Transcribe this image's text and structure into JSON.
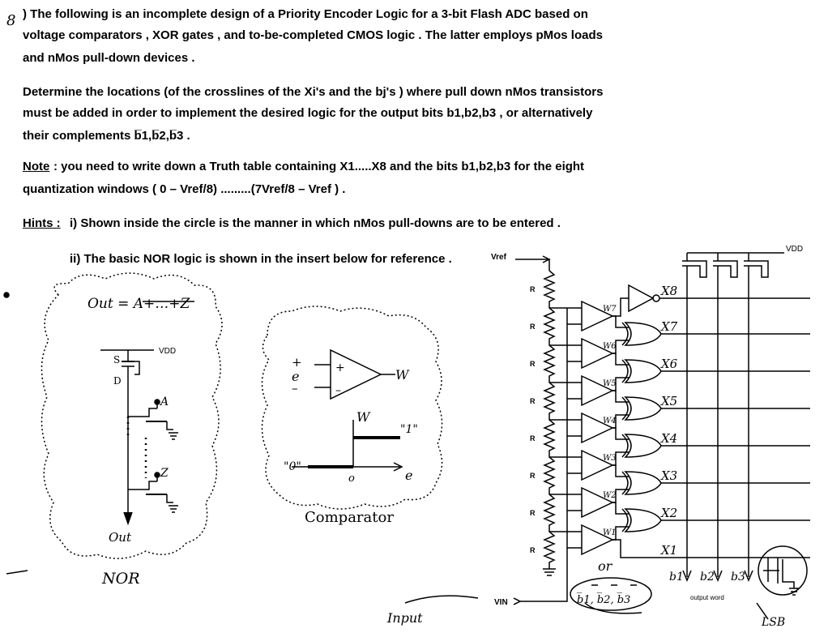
{
  "problem": {
    "number": "8",
    "intro_l1": ") The following is an incomplete design of a Priority Encoder Logic for a 3-bit Flash ADC based on",
    "intro_l2": "voltage  comparators , XOR gates , and to-be-completed CMOS logic . The latter employs pMos loads",
    "intro_l3": "and nMos pull-down devices .",
    "det_l1": "Determine the locations (of the crosslines of the Xi's and the bj's ) where pull down nMos transistors",
    "det_l2": "must be added in order to implement the desired logic for the output bits b1,b2,b3 , or alternatively",
    "det_l3": "their complements b̅1,b̅2,b̅3 .",
    "note_label": "Note",
    "note_l1": ": you need to write down a Truth table containing X1.....X8 and the bits b1,b2,b3 for the eight",
    "note_l2": "quantization windows ( 0 – Vref/8) .........(7Vref/8 – Vref ) .",
    "hints_label": "Hints :",
    "hint1": "i) Shown inside the circle is the manner in which nMos  pull-downs are to be entered .",
    "hint2": "ii) The basic NOR logic is shown in the insert below for  reference ."
  },
  "nor_insert": {
    "equation": "Out = A+…+Z",
    "vdd": "VDD",
    "s": "S",
    "d": "D",
    "a": "A",
    "z": "Z",
    "out": "Out",
    "caption": "NOR"
  },
  "comparator_insert": {
    "plus": "+",
    "minus": "–",
    "e": "e",
    "w": "W",
    "w_axis": "W",
    "one": "\"1\"",
    "zero": "\"0\"",
    "origin": "o",
    "e_axis": "e",
    "caption": "Comparator"
  },
  "circuit": {
    "vref": "Vref",
    "vdd": "VDD",
    "vin": "VIN",
    "resistor": "R",
    "w_labels": [
      "W7",
      "W6",
      "W5",
      "W4",
      "W3",
      "W2",
      "W1"
    ],
    "x_labels": [
      "X8",
      "X7",
      "X6",
      "X5",
      "X4",
      "X3",
      "X2",
      "X1"
    ],
    "b_labels": [
      "b1",
      "b2",
      "b3"
    ],
    "output_word": "output word",
    "or": "or",
    "complements": "b̅1, b̅2, b̅3",
    "input_note": "Input",
    "lsb": "LSB"
  },
  "colors": {
    "ink": "#000000",
    "paper": "#ffffff"
  }
}
